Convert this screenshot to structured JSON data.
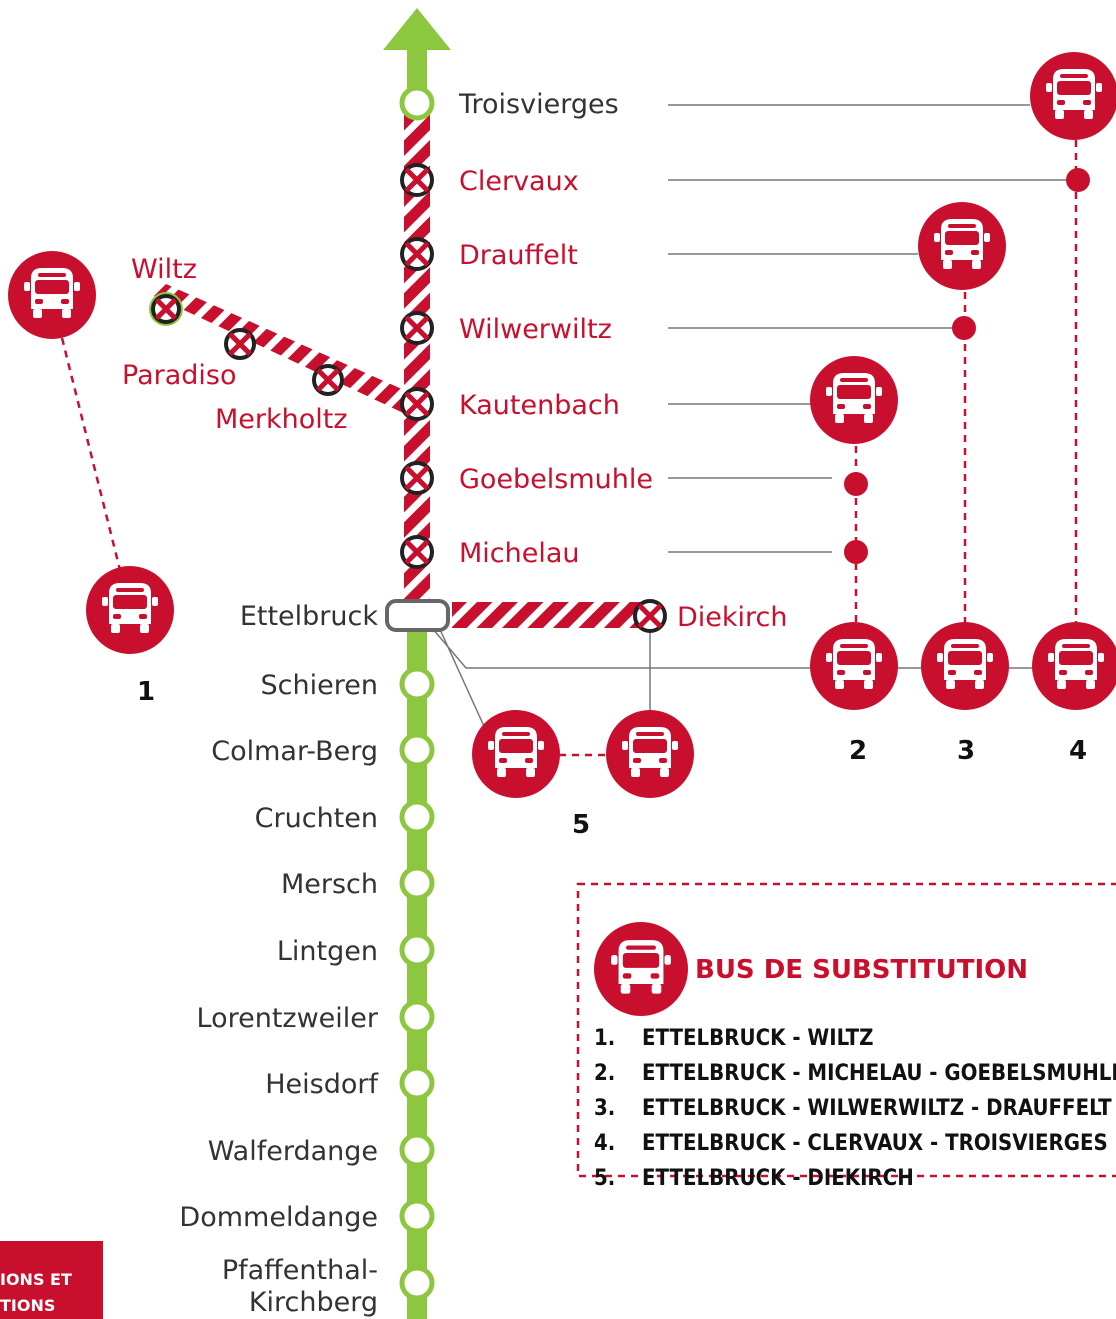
{
  "colors": {
    "line_green": "#8dc63f",
    "disrupted_red": "#c8102e",
    "text_dark": "#333333",
    "grey_line": "#777777"
  },
  "line": {
    "stations_north": [
      {
        "name": "Troisvierges",
        "status": "open"
      },
      {
        "name": "Clervaux",
        "status": "closed"
      },
      {
        "name": "Drauffelt",
        "status": "closed"
      },
      {
        "name": "Wilwerwiltz",
        "status": "closed"
      },
      {
        "name": "Kautenbach",
        "status": "closed"
      },
      {
        "name": "Goebelsmuhle",
        "status": "closed"
      },
      {
        "name": "Michelau",
        "status": "closed"
      }
    ],
    "hub": "Ettelbruck",
    "stations_south": [
      {
        "name": "Schieren"
      },
      {
        "name": "Colmar-Berg"
      },
      {
        "name": "Cruchten"
      },
      {
        "name": "Mersch"
      },
      {
        "name": "Lintgen"
      },
      {
        "name": "Lorentzweiler"
      },
      {
        "name": "Heisdorf"
      },
      {
        "name": "Walferdange"
      },
      {
        "name": "Dommeldange"
      },
      {
        "name": "Pfaffenthal-",
        "name2": "Kirchberg"
      }
    ]
  },
  "branches": {
    "wiltz": [
      "Wiltz",
      "Paradiso",
      "Merkholtz"
    ],
    "diekirch": "Diekirch"
  },
  "bus_numbers": [
    "1",
    "2",
    "3",
    "4",
    "5"
  ],
  "legend": {
    "icon": "bus-icon",
    "title": "BUS DE SUBSTITUTION",
    "routes": [
      {
        "num": "1.",
        "text": "ETTELBRUCK - WILTZ"
      },
      {
        "num": "2.",
        "text": "ETTELBRUCK - MICHELAU - GOEBELSMUHLE - KAUTENBACH"
      },
      {
        "num": "3.",
        "text": "ETTELBRUCK - WILWERWILTZ - DRAUFFELT"
      },
      {
        "num": "4.",
        "text": "ETTELBRUCK - CLERVAUX - TROISVIERGES"
      },
      {
        "num": "5.",
        "text": "ETTELBRUCK - DIEKIRCH"
      }
    ]
  },
  "corner_label": {
    "line1": "IONS ET",
    "line2": "TIONS"
  }
}
